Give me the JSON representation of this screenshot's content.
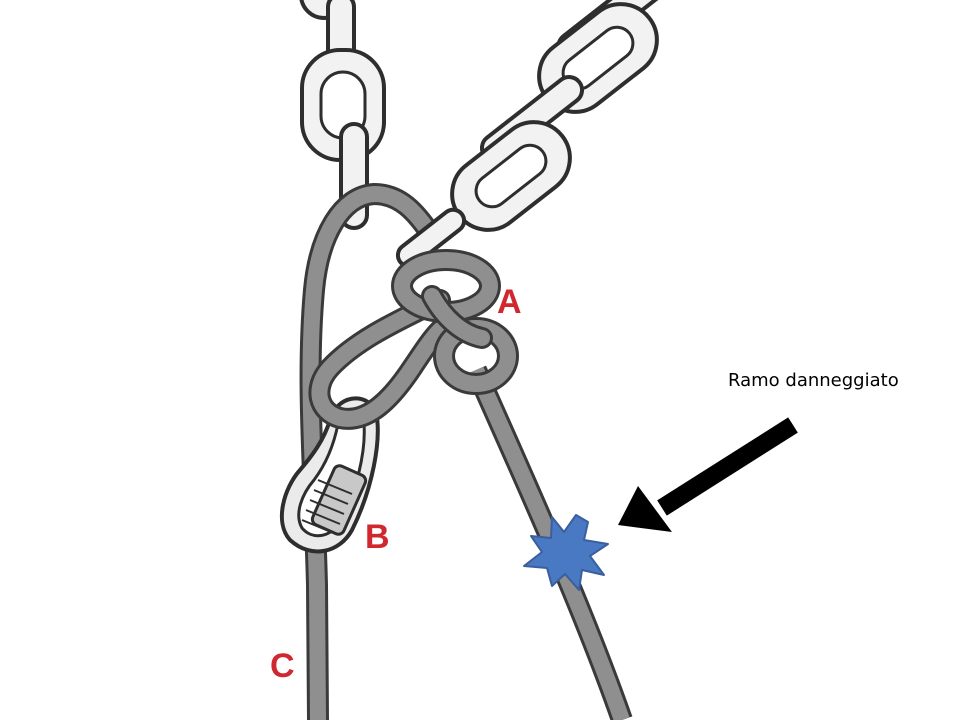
{
  "labels": {
    "A": "A",
    "B": "B",
    "C": "C"
  },
  "callout": {
    "text": "Ramo danneggiato"
  },
  "colors": {
    "label_red": "#d0282e",
    "rope": "#8f8f8f",
    "rope_outline": "#3a3a3a",
    "chain_fill": "#f2f2f2",
    "chain_outline": "#2e2e2e",
    "carabiner_fill": "#ebebeb",
    "gate_sleeve": "#c8c8c8",
    "damage_fill": "#4a79c4",
    "damage_outline": "#3a5f9c",
    "arrow": "#000000",
    "background": "#ffffff"
  },
  "icons": {
    "damage": "damage-burst-icon",
    "pointer": "arrow-left-down-icon"
  }
}
